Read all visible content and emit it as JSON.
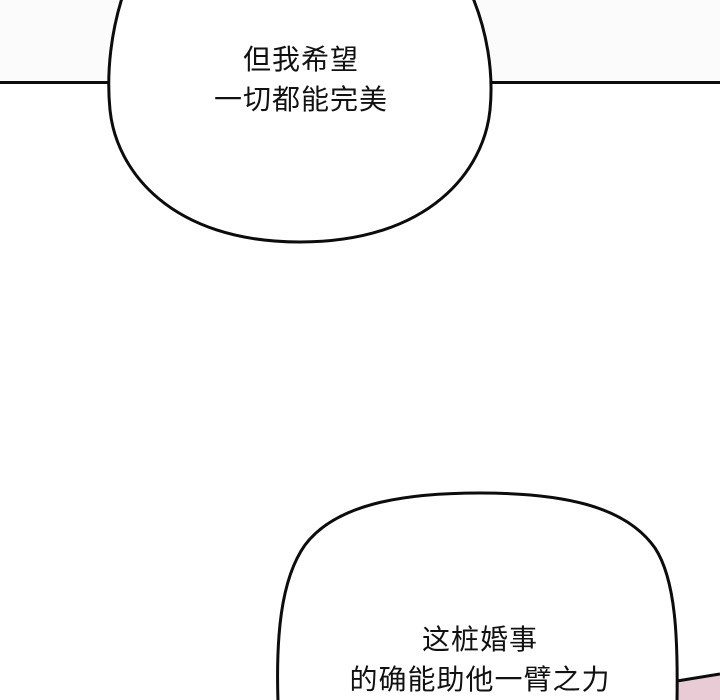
{
  "comic": {
    "colors": {
      "background": "#ffffff",
      "top_panel": "#fbfbfb",
      "ink": "#0c0c0c",
      "pink_panel": "#e8cbd4"
    },
    "bubbles": [
      {
        "lines": [
          "但我希望",
          "一切都能完美"
        ]
      },
      {
        "lines": [
          "这桩婚事",
          "的确能助他一臂之力"
        ]
      }
    ]
  }
}
